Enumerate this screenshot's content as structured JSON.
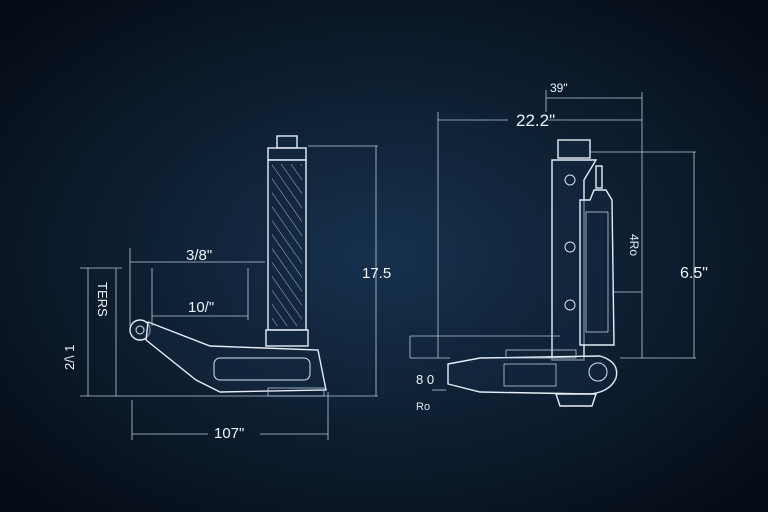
{
  "left_view": {
    "dim_top": "3/8\"",
    "dim_inner": "10/\"",
    "dim_height": "17.5",
    "dim_base": "107\"",
    "dim_side_a": "TERS",
    "dim_side_b": "2/\\ 1"
  },
  "right_view": {
    "dim_top_small": "39\"",
    "dim_width": "22.2\"",
    "dim_height": "6.5\"",
    "dim_inner_rotated": "4Ro",
    "dim_bottom_left": "8 0",
    "dim_bottom_left_sub": "Ro"
  },
  "colors": {
    "background": "#0b1a2b",
    "line": "#d8e4f0"
  }
}
